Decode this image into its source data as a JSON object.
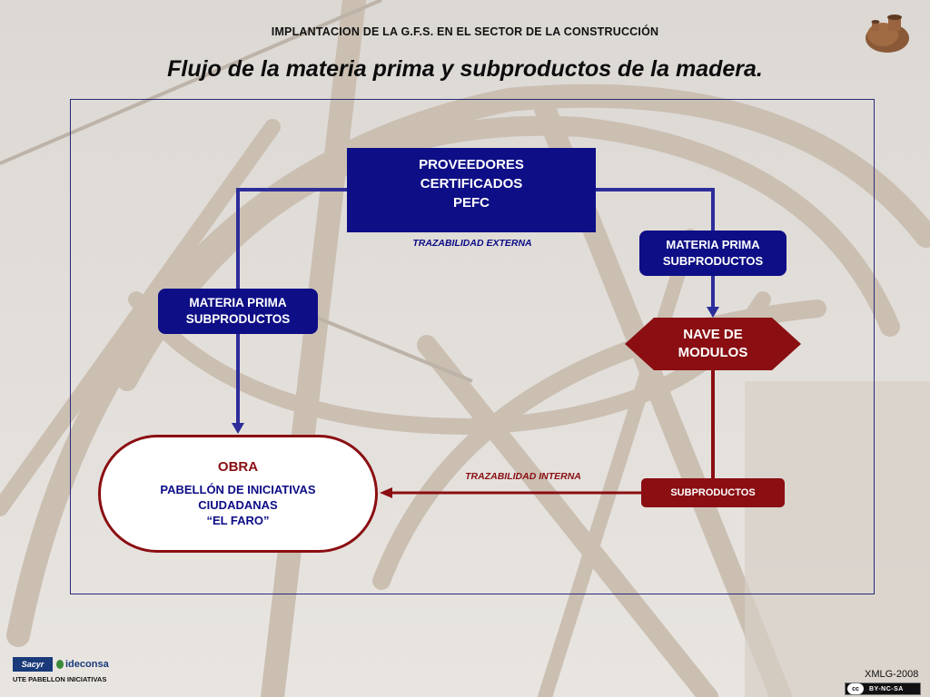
{
  "header": "IMPLANTACION DE LA G.F.S. EN EL SECTOR DE LA CONSTRUCCIÓN",
  "title": "Flujo de la materia prima y subproductos de la madera.",
  "nodes": {
    "supplier": {
      "lines": [
        "PROVEEDORES",
        "CERTIFICADOS",
        "PEFC"
      ]
    },
    "raw_left": {
      "lines": [
        "MATERIA PRIMA",
        "SUBPRODUCTOS"
      ]
    },
    "raw_right": {
      "lines": [
        "MATERIA PRIMA",
        "SUBPRODUCTOS"
      ]
    },
    "nave": {
      "lines": [
        "NAVE DE",
        "MODULOS"
      ]
    },
    "subproductos": {
      "label": "SUBPRODUCTOS"
    },
    "obra": {
      "title": "OBRA",
      "lines": [
        "PABELLÓN DE INICIATIVAS",
        "CIUDADANAS",
        "“EL FARO”"
      ]
    }
  },
  "labels": {
    "external": "TRAZABILIDAD EXTERNA",
    "internal": "TRAZABILIDAD INTERNA"
  },
  "footer": {
    "logo_left": "Sacyr",
    "logo_right": "ideconsa",
    "ute": "UTE PABELLON INICIATIVAS",
    "code": "XMLG-2008",
    "cc": "cc",
    "license": "BY-NC-SA"
  },
  "colors": {
    "blue": "#0e0e86",
    "red": "#8a0e12",
    "frame": "#2a2a7a"
  }
}
